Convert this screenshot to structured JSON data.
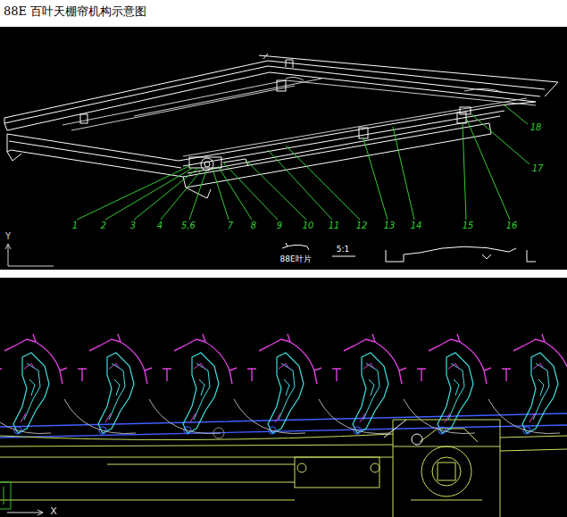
{
  "diagram": {
    "title": "88E 百叶天棚帘机构示意图",
    "labels": [
      "1",
      "2",
      "3",
      "4",
      "5,6",
      "7",
      "8",
      "9",
      "10",
      "11",
      "12",
      "13",
      "14",
      "15",
      "16",
      "17",
      "18",
      "Y",
      "88E叶片",
      "5:1",
      "X"
    ]
  }
}
